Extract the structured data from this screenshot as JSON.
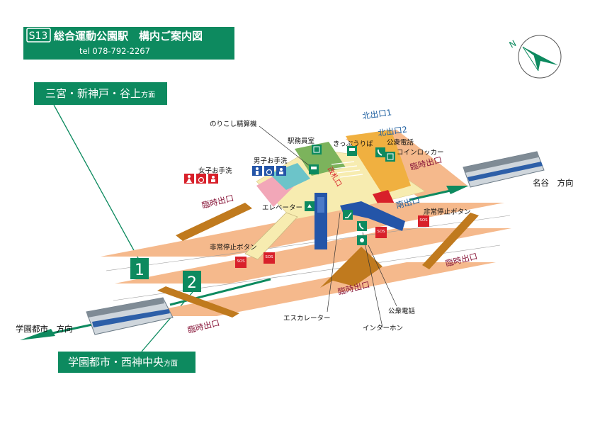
{
  "header": {
    "code": "S13",
    "station_title": "総合運動公園駅　構内ご案内図",
    "tel": "tel 078-792-2267"
  },
  "colors": {
    "station_green": "#0d8a5f",
    "concourse_yellow": "#f7ecb0",
    "platform_orange": "#f5b98c",
    "stair_brown": "#c07a1e",
    "exit_label": "#8a1a3c",
    "exit_north": "#1e5fa0",
    "elevator_blue": "#2455a8",
    "sos_red": "#d8202a",
    "ticket_area_red": "#d8202a",
    "office_green": "#7cb35c",
    "toilet_pink": "#f2a7b8",
    "toilet_teal": "#6cc4c9",
    "north_arrow_green": "#0d8a5f"
  },
  "compass": {
    "label": "N",
    "icon": "north-arrow-icon"
  },
  "directions": {
    "top_left_main": "三宮・新神戸・谷上",
    "top_left_suffix": "方面",
    "bottom_main": "学園都市・西神中央",
    "bottom_suffix": "方面",
    "left_train": "学園都市　方向",
    "right_train": "名谷　方向"
  },
  "tracks": {
    "track1": "1",
    "track2": "2"
  },
  "exits": {
    "temporary": [
      "臨時出口",
      "臨時出口",
      "臨時出口",
      "臨時出口",
      "臨時出口"
    ],
    "north1": "北出口1",
    "north2": "北出口2",
    "south": "南出口",
    "gate": "改札口"
  },
  "facilities": {
    "fare_adjust": "のりこし精算機",
    "office": "駅務員室",
    "tickets": "きっぷうりば",
    "phone_top": "公衆電話",
    "locker": "コインロッカー",
    "womens_toilet": "女子お手洗",
    "mens_toilet": "男子お手洗",
    "elevator": "エレベーター",
    "emergency_stop_left": "非常停止ボタン",
    "emergency_stop_right": "非常停止ボタン",
    "escalator": "エスカレーター",
    "intercom": "インターホン",
    "phone_bottom": "公衆電話",
    "sos": "SOS"
  },
  "icons": [
    "north-arrow-icon",
    "train-icon",
    "toilet-women-icon",
    "toilet-men-icon",
    "wheelchair-icon",
    "baby-icon",
    "elevator-icon",
    "escalator-icon",
    "phone-icon",
    "locker-icon",
    "ticket-machine-icon",
    "office-icon",
    "sos-button-icon",
    "intercom-icon"
  ]
}
